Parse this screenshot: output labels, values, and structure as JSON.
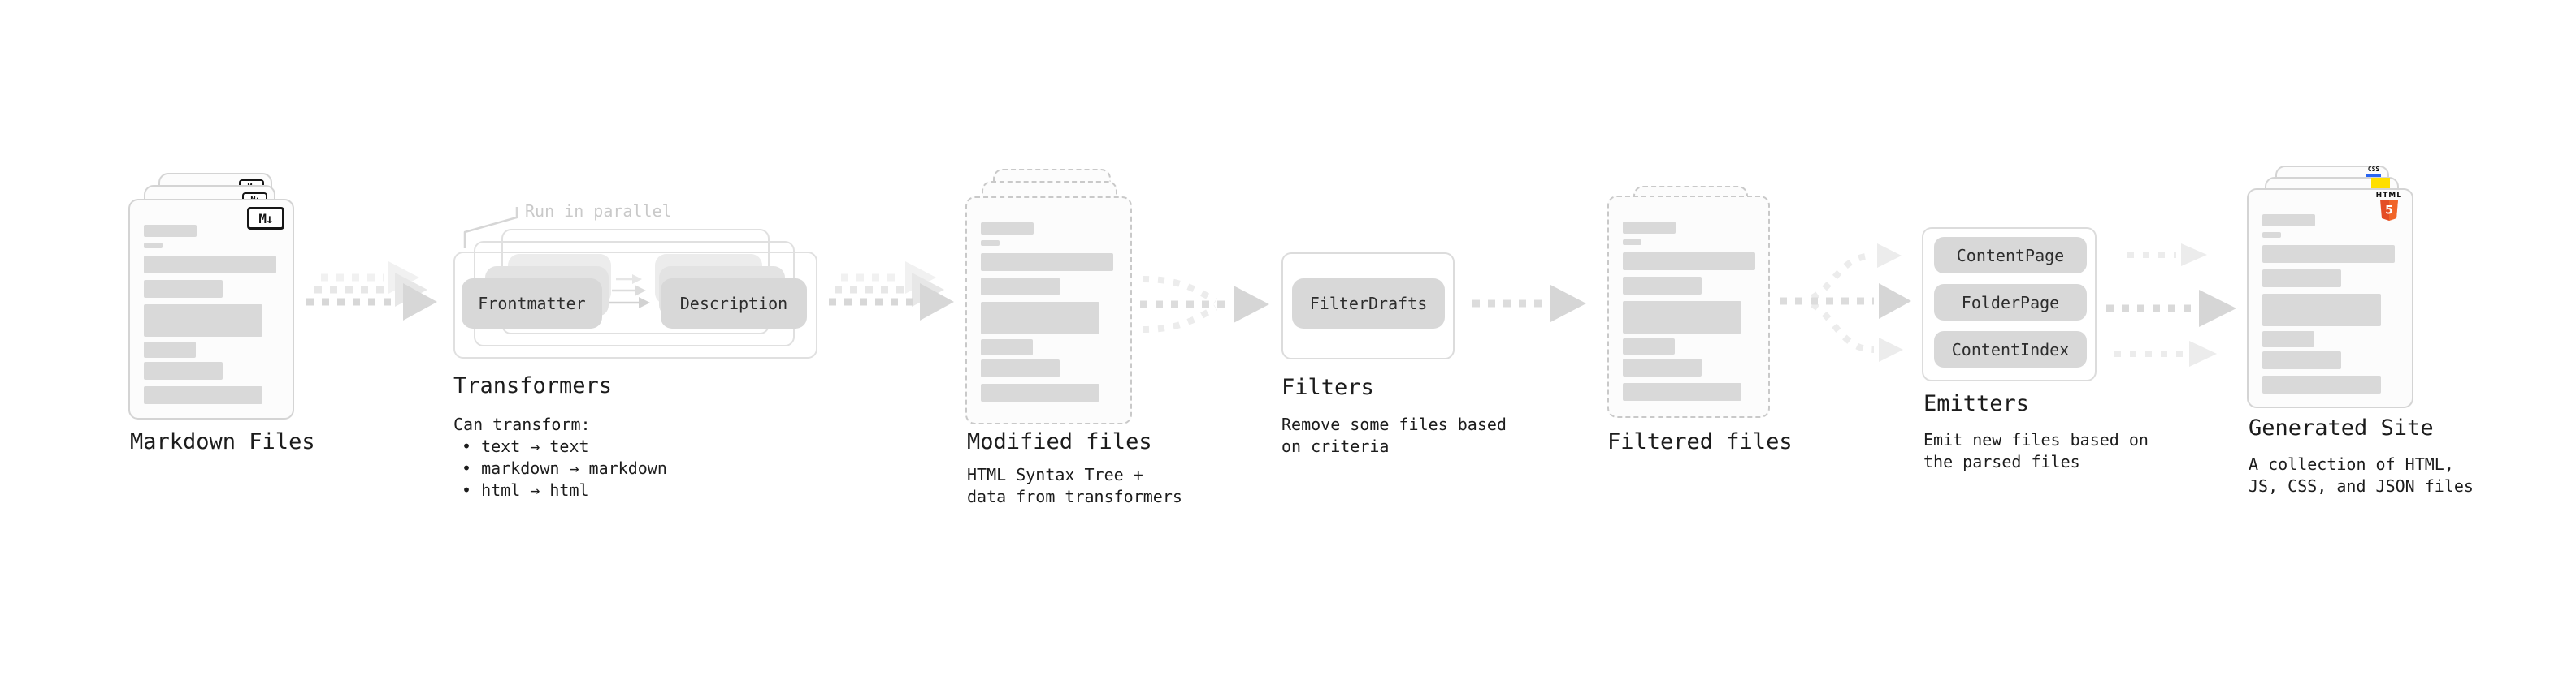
{
  "markdown_files": {
    "label": "Markdown Files",
    "badge": "M↓"
  },
  "transformers": {
    "note": "Run in parallel",
    "step1": "Frontmatter",
    "step2": "Description",
    "heading": "Transformers",
    "body_title": "Can transform:",
    "bullets": [
      "• text → text",
      "• markdown → markdown",
      "• html → html"
    ]
  },
  "modified_files": {
    "heading": "Modified files",
    "subtitle_line1": "HTML Syntax Tree +",
    "subtitle_line2": "data from transformers"
  },
  "filters": {
    "step": "FilterDrafts",
    "heading": "Filters",
    "subtitle_line1": "Remove some files based",
    "subtitle_line2": "on criteria"
  },
  "filtered_files": {
    "heading": "Filtered files"
  },
  "emitters": {
    "steps": [
      "ContentPage",
      "FolderPage",
      "ContentIndex"
    ],
    "heading": "Emitters",
    "subtitle_line1": "Emit new files based on",
    "subtitle_line2": "the parsed files"
  },
  "generated_site": {
    "heading": "Generated Site",
    "subtitle_line1": "A collection of HTML,",
    "subtitle_line2": "JS, CSS, and JSON files",
    "badges": {
      "css": "CSS",
      "html_label": "HTML",
      "html_number": "5"
    }
  },
  "colors": {
    "text": "#1c1c1c",
    "note_gray": "#c9c9c9",
    "card_border_solid": "#d4d4d4",
    "card_border_dashed": "#c9c9c9",
    "skeleton": "#d9d9d9",
    "step_fill": "#d8d8d8",
    "arrow_front": "#d7d7d7",
    "arrow_light": "#ececec",
    "html5_orange": "#e44d26",
    "html5_orange_light": "#f16529",
    "js_yellow": "#ffdf00",
    "css_blue": "#2965f1"
  }
}
